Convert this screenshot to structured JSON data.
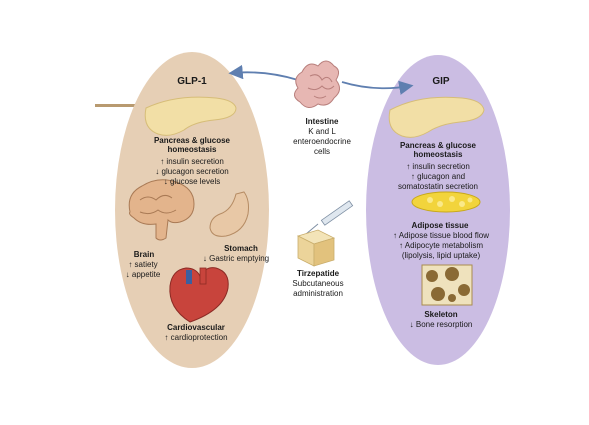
{
  "glp1": {
    "title": "GLP-1",
    "pancreas": {
      "title_line1": "Pancreas & glucose",
      "title_line2": "homeostasis",
      "effects": [
        "↑ insulin secretion",
        "↓ glucagon secretion",
        "↓ glucose levels"
      ]
    },
    "brain": {
      "title": "Brain",
      "effects": [
        "↑ satiety",
        "↓ appetite"
      ]
    },
    "stomach": {
      "title": "Stomach",
      "effects": [
        "↓ Gastric emptying"
      ]
    },
    "cardiovascular": {
      "title": "Cardiovascular",
      "effects": [
        "↑ cardioprotection"
      ]
    }
  },
  "gip": {
    "title": "GIP",
    "pancreas": {
      "title_line1": "Pancreas & glucose",
      "title_line2": "homeostasis",
      "effects": [
        "↑ insulin secretion",
        "↑ glucagon and",
        "somatostatin secretion"
      ]
    },
    "adipose": {
      "title": "Adipose tissue",
      "effects": [
        "↑ Adipose tissue blood flow",
        "↑ Adipocyte metabolism",
        "(lipolysis, lipid uptake)"
      ]
    },
    "skeleton": {
      "title": "Skeleton",
      "effects": [
        "↓ Bone resorption"
      ]
    }
  },
  "intestine": {
    "title": "Intestine",
    "lines": [
      "K and L",
      "enteroendocrine",
      "cells"
    ]
  },
  "tirzepatide": {
    "title": "Tirzepatide",
    "lines": [
      "Subcutaneous",
      "administration"
    ]
  },
  "colors": {
    "glp1_fill": "#e6cfb5",
    "gip_fill": "#cbbde3",
    "accent_bar": "#b89a70",
    "arrow": "#5f7fb0"
  }
}
